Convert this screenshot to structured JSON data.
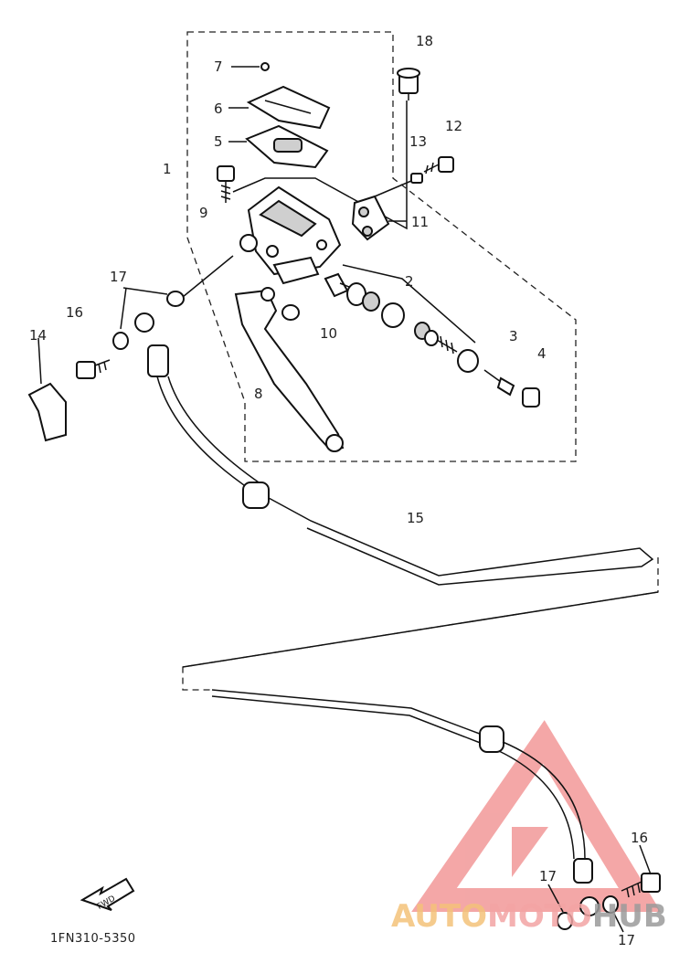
{
  "callouts": [
    "18",
    "7",
    "6",
    "5",
    "1",
    "13",
    "12",
    "9",
    "11",
    "17",
    "2",
    "16",
    "14",
    "10",
    "3",
    "4",
    "8",
    "15",
    "16",
    "17",
    "17"
  ],
  "drawing_code": "1FN310-5350",
  "arrow_text": "FWD",
  "watermark": {
    "part1": "AUTO",
    "part2": "MOTO",
    "part3": "HUB",
    "colors": {
      "orange": "#f4c27a",
      "red": "#f08a8a",
      "grey": "#9b9b9b"
    }
  }
}
